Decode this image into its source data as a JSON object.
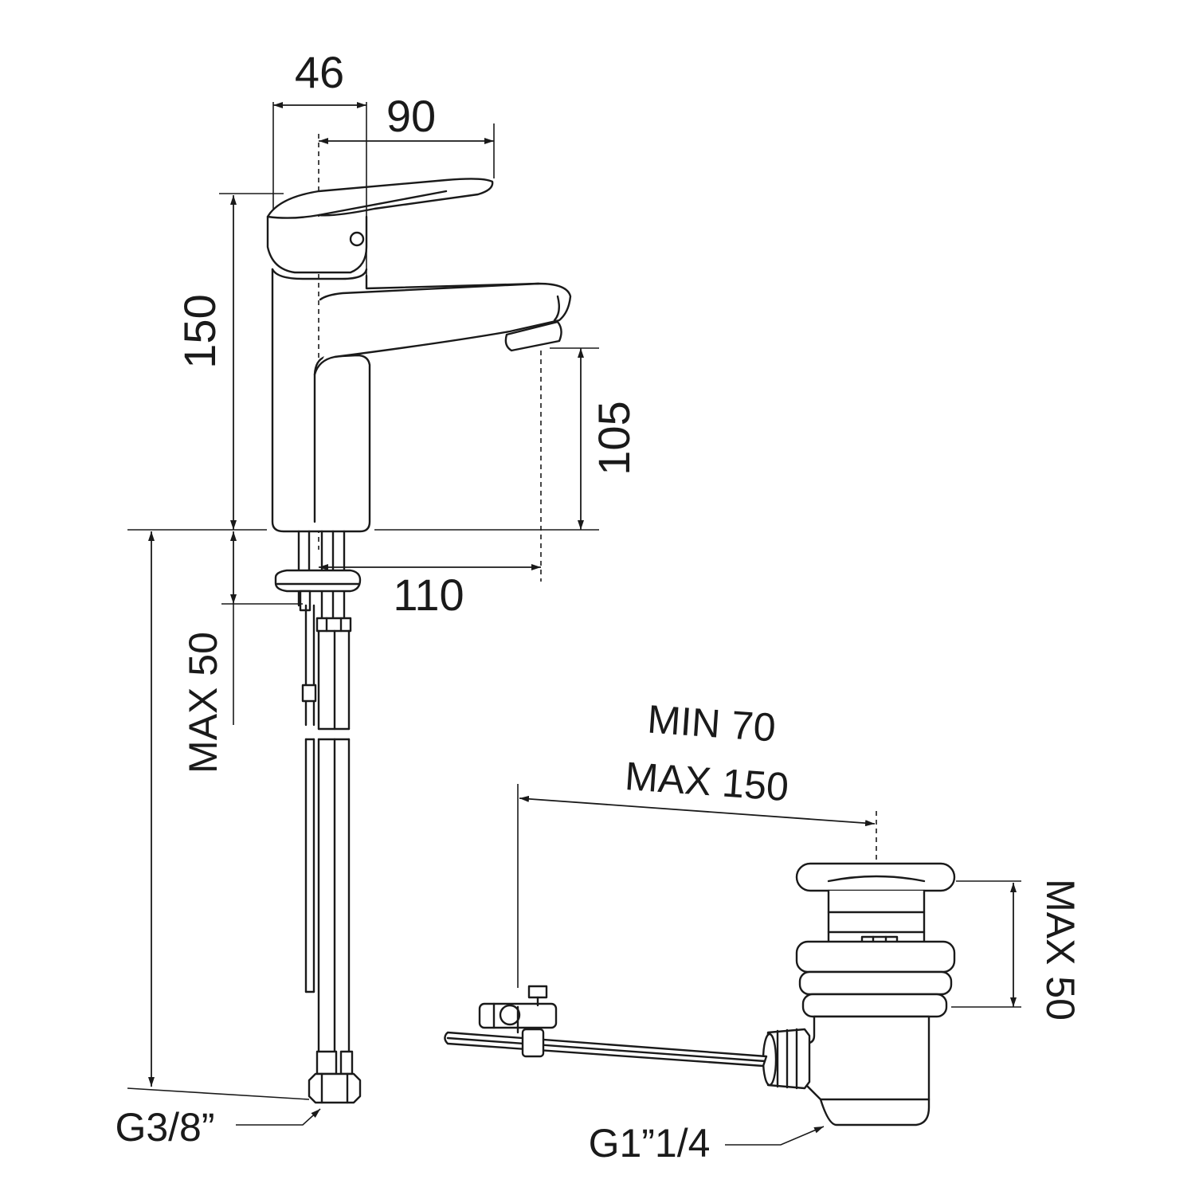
{
  "dimensions": {
    "handle_offset": "46",
    "handle_reach": "90",
    "total_height": "150",
    "spout_height": "105",
    "spout_reach": "110",
    "deck_thickness": "MAX 50"
  },
  "connections": {
    "supply": "G3/8”",
    "waste": "G1”1/4"
  },
  "waste_valve": {
    "rod_min": "MIN 70",
    "rod_max": "MAX 150",
    "body_height": "MAX 50"
  }
}
